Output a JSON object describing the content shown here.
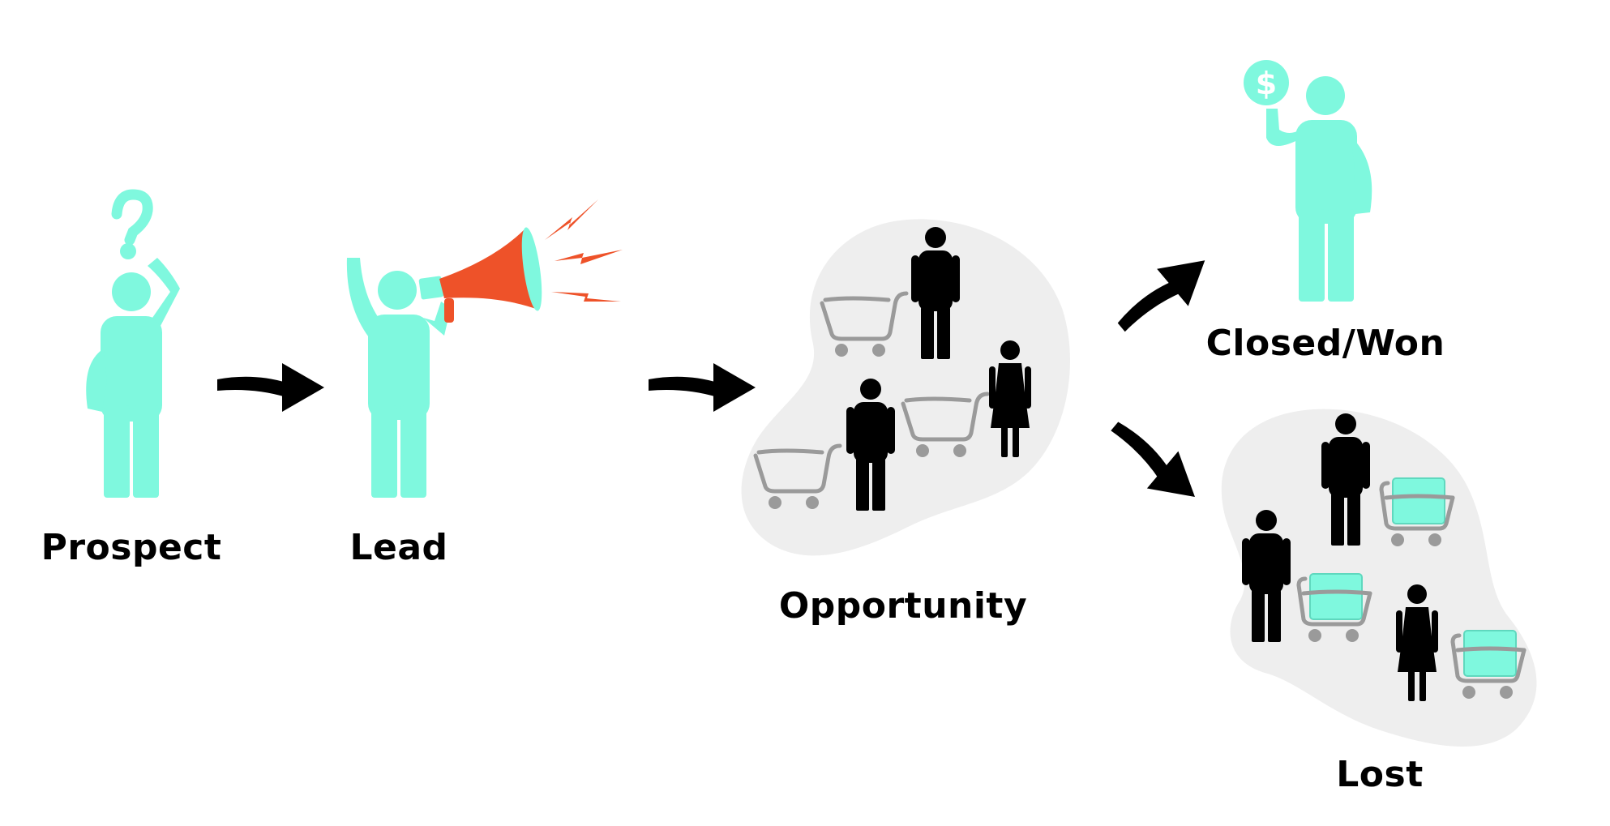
{
  "stages": [
    {
      "id": "prospect",
      "label": "Prospect"
    },
    {
      "id": "lead",
      "label": "Lead"
    },
    {
      "id": "opportunity",
      "label": "Opportunity"
    },
    {
      "id": "closed_won",
      "label": "Closed/Won"
    },
    {
      "id": "lost",
      "label": "Lost"
    }
  ],
  "colors": {
    "person_accent": "#7ff8de",
    "megaphone": "#ee5229",
    "arrow": "#000000",
    "cloud": "#eeeeee",
    "cart": "#9a9a9a",
    "shopper": "#000000",
    "label": "#000000"
  },
  "icons": {
    "prospect": [
      "question-mark-icon",
      "person-icon"
    ],
    "lead": [
      "person-icon",
      "megaphone-icon",
      "lightning-icon"
    ],
    "opportunity": [
      "shopper-icon",
      "shopping-cart-icon"
    ],
    "closed_won": [
      "dollar-coin-icon",
      "person-icon"
    ],
    "lost": [
      "shopper-icon",
      "full-cart-icon"
    ]
  },
  "flow": [
    {
      "from": "prospect",
      "to": "lead"
    },
    {
      "from": "lead",
      "to": "opportunity"
    },
    {
      "from": "opportunity",
      "to": "closed_won"
    },
    {
      "from": "opportunity",
      "to": "lost"
    }
  ]
}
